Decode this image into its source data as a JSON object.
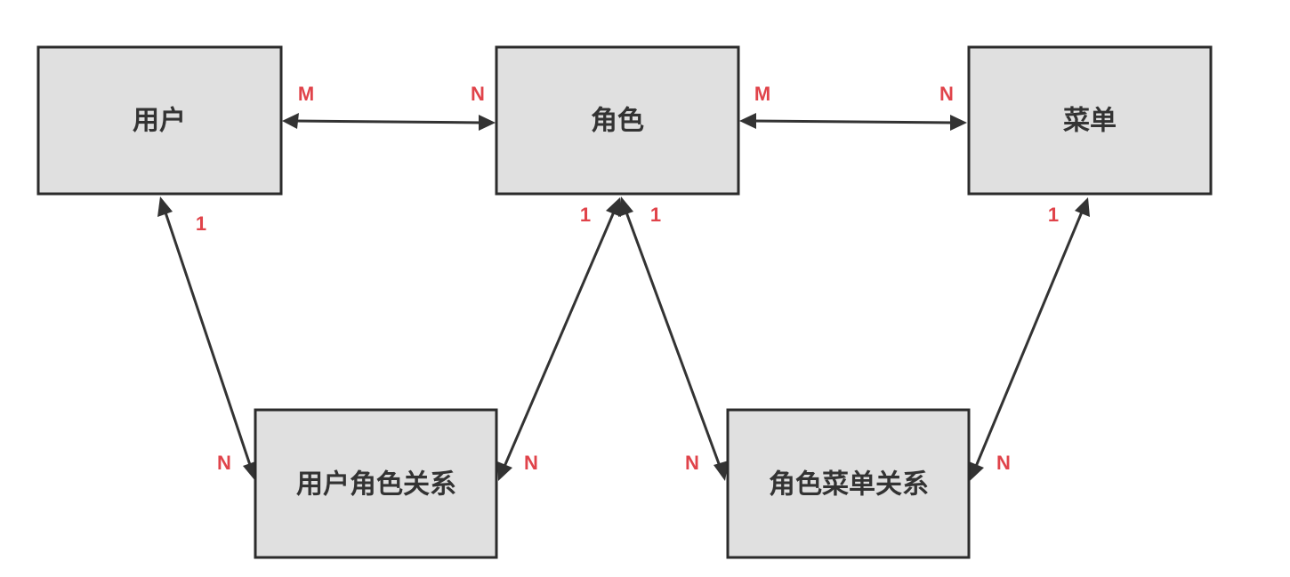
{
  "nodes": {
    "user": {
      "label": "用户"
    },
    "role": {
      "label": "角色"
    },
    "menu": {
      "label": "菜单"
    },
    "user_role": {
      "label": "用户角色关系"
    },
    "role_menu": {
      "label": "角色菜单关系"
    }
  },
  "edges": {
    "user_role_direct": {
      "from": "user",
      "to": "role",
      "from_label": "M",
      "to_label": "N"
    },
    "role_menu_direct": {
      "from": "role",
      "to": "menu",
      "from_label": "M",
      "to_label": "N"
    },
    "user_to_user_role": {
      "from": "user",
      "to": "user_role",
      "from_label": "1",
      "to_label": "N"
    },
    "role_to_user_role": {
      "from": "role",
      "to": "user_role",
      "from_label": "1",
      "to_label": "N"
    },
    "role_to_role_menu": {
      "from": "role",
      "to": "role_menu",
      "from_label": "1",
      "to_label": "N"
    },
    "menu_to_role_menu": {
      "from": "menu",
      "to": "role_menu",
      "from_label": "1",
      "to_label": "N"
    }
  },
  "colors": {
    "box_fill": "#e0e0e0",
    "box_stroke": "#2b2b2b",
    "edge": "#333333",
    "cardinality": "#e0434a"
  }
}
